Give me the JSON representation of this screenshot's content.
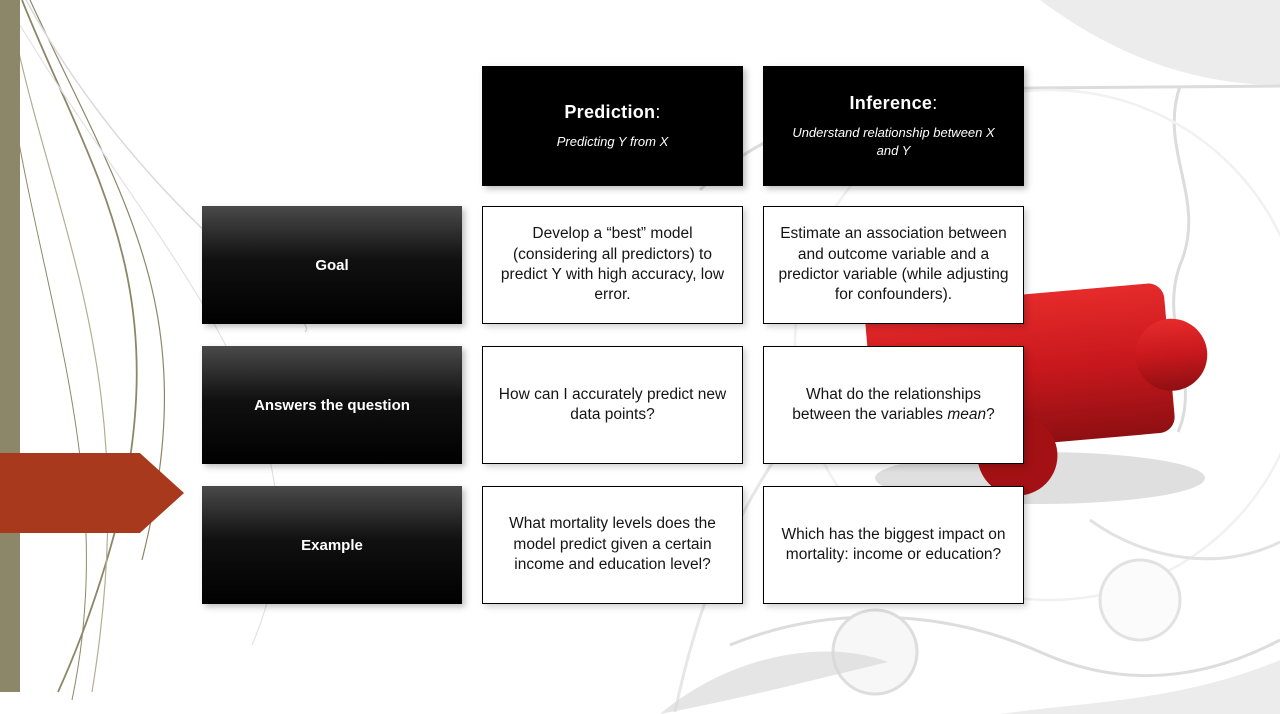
{
  "columns": [
    {
      "title": "Prediction",
      "colon": ":",
      "subtitle": "Predicting Y from X"
    },
    {
      "title": "Inference",
      "colon": ":",
      "subtitle": "Understand relationship between X and Y"
    }
  ],
  "rows": [
    {
      "label": "Goal",
      "prediction": "Develop a “best” model (considering all predictors) to predict Y with high accuracy, low error.",
      "inference": "Estimate an association between and outcome variable and a predictor variable (while adjusting for confounders)."
    },
    {
      "label": "Answers the question",
      "prediction": "How can I accurately predict new data points?",
      "inference_before": "What do the relationships between the variables ",
      "inference_italic": "mean",
      "inference_after": "?"
    },
    {
      "label": "Example",
      "prediction": "What mortality levels does the model predict given a certain income and education level?",
      "inference": "Which has the biggest impact on mortality: income or education?"
    }
  ],
  "colors": {
    "accent_arrow": "#a8391c",
    "accent_bar": "#8d8769",
    "puzzle_red": "#c8181d",
    "header_black": "#000000"
  }
}
